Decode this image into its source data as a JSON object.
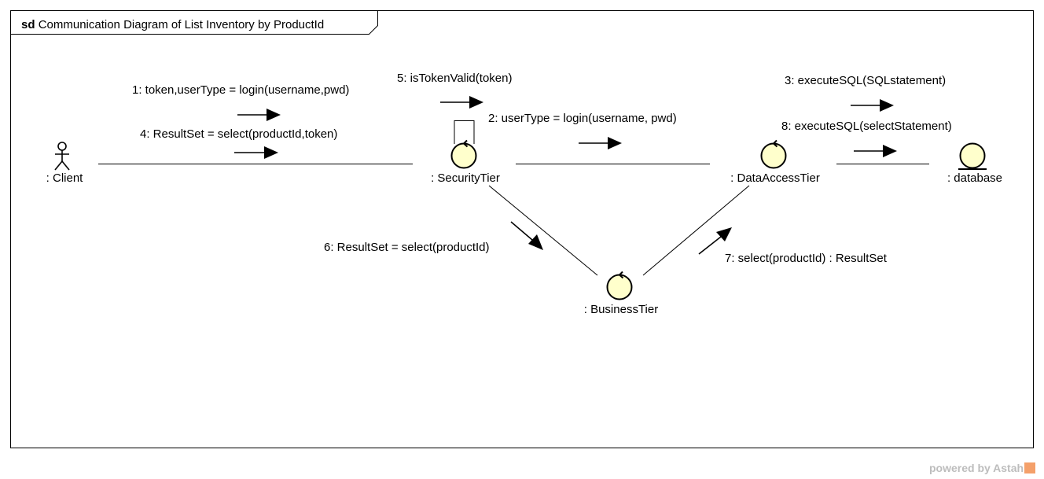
{
  "frame": {
    "keyword": "sd",
    "title": "Communication Diagram of List Inventory by ProductId"
  },
  "lifelines": {
    "client": ": Client",
    "security": ": SecurityTier",
    "data_access": ": DataAccessTier",
    "database": ": database",
    "business": ": BusinessTier"
  },
  "messages": {
    "m1": "1: token,userType = login(username,pwd)",
    "m4": "4: ResultSet = select(productId,token)",
    "m5": "5: isTokenValid(token)",
    "m2": "2: userType = login(username, pwd)",
    "m3": "3: executeSQL(SQLstatement)",
    "m8": "8: executeSQL(selectStatement)",
    "m6": "6: ResultSet = select(productId)",
    "m7": "7: select(productId) : ResultSet"
  },
  "colors": {
    "element_fill": "#ffffcc",
    "stroke": "#000000",
    "watermark": "#bdbdbd"
  },
  "watermark": {
    "text": "powered by Astah"
  }
}
